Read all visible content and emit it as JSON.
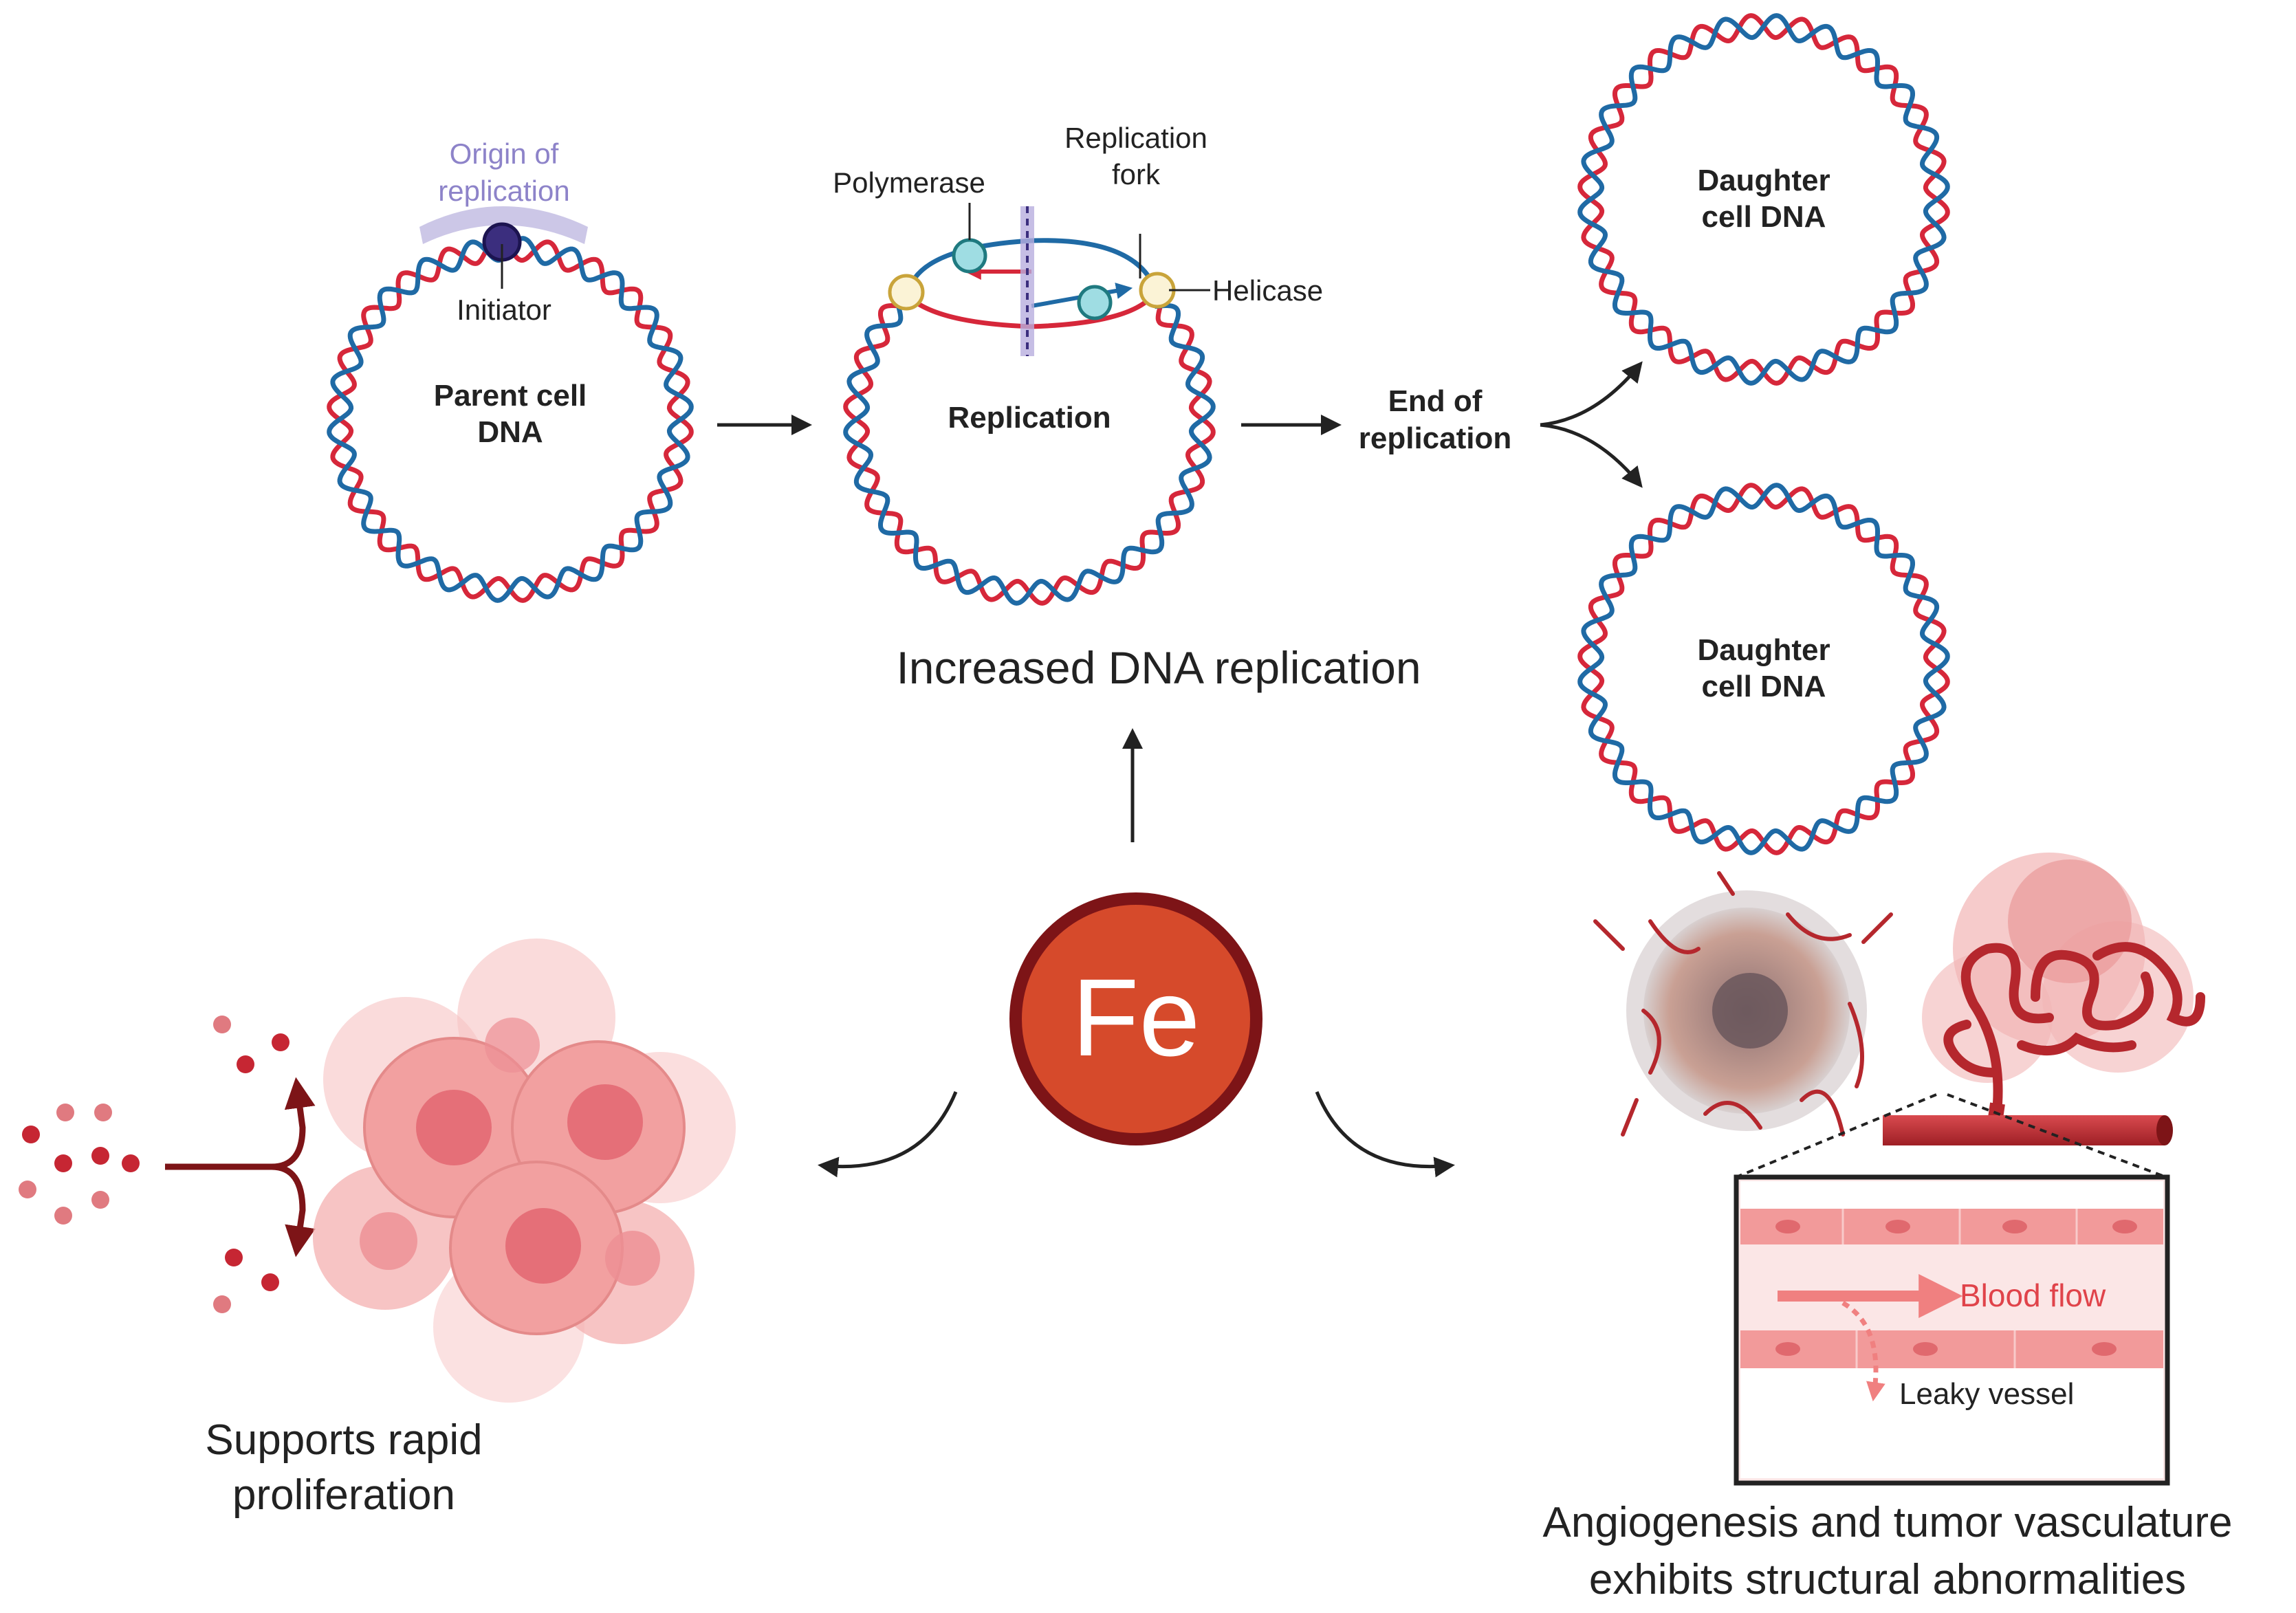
{
  "colors": {
    "dna_red": "#d6273a",
    "dna_blue": "#1f6aa5",
    "origin": "#8d83c9",
    "fe_fill": "#d64a2b",
    "fe_ring": "#7d1417",
    "vessel": "#b5272d",
    "cell": "#f2a0a0",
    "blood_arrow": "#f08080"
  },
  "replication": {
    "origin_label_1": "Origin of",
    "origin_label_2": "replication",
    "initiator": "Initiator",
    "parent_1": "Parent cell",
    "parent_2": "DNA",
    "polymerase": "Polymerase",
    "fork_1": "Replication",
    "fork_2": "fork",
    "helicase": "Helicase",
    "replication": "Replication",
    "end_1": "End of",
    "end_2": "replication",
    "daughter_top_1": "Daughter",
    "daughter_top_2": "cell DNA",
    "daughter_bottom_1": "Daughter",
    "daughter_bottom_2": "cell DNA",
    "caption": "Increased DNA replication"
  },
  "center": {
    "symbol": "Fe"
  },
  "proliferation": {
    "caption_1": "Supports rapid",
    "caption_2": "proliferation"
  },
  "angiogenesis": {
    "blood_flow": "Blood flow",
    "leaky": "Leaky vessel",
    "caption_1": "Angiogenesis and tumor vasculature",
    "caption_2": "exhibits structural abnormalities"
  }
}
